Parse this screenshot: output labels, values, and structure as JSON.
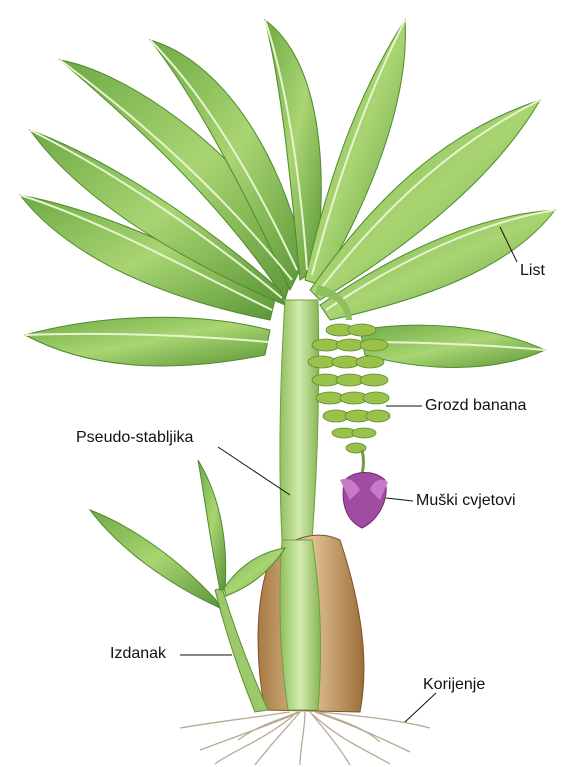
{
  "labels": {
    "list": "List",
    "grozd": "Grozd banana",
    "pseudo": "Pseudo-stabljika",
    "muski": "Muški cvjetovi",
    "izdanak": "Izdanak",
    "korijenje": "Korijenje"
  },
  "colors": {
    "leaf_dark": "#5f9e3a",
    "leaf_light": "#b6dc7d",
    "stem": "#b9dc8a",
    "flower": "#a04ca0",
    "banana": "#9ac24b",
    "root_sheath": "#c49a5e",
    "roots": "#b9aa92",
    "leader_line": "#111111"
  }
}
